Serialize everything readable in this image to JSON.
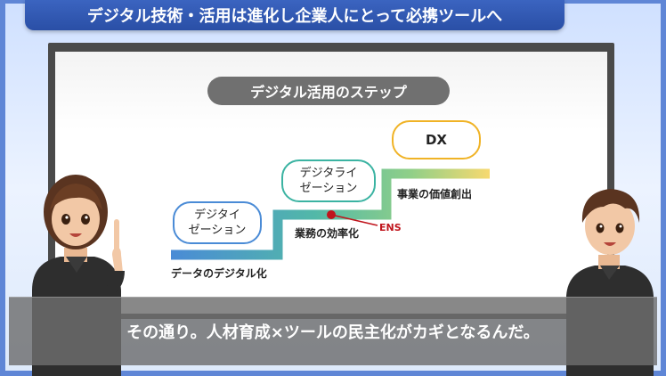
{
  "header": {
    "title": "デジタル技術・活用は進化し企業人にとって必携ツールへ"
  },
  "slide": {
    "title": "デジタル活用のステップ",
    "stages": {
      "digitization": "デジタイ\nゼーション",
      "digitalization": "デジタライ\nゼーション",
      "dx": "DX"
    },
    "labels": {
      "data_digitization": "データのデジタル化",
      "efficiency": "業務の効率化",
      "value_creation": "事業の価値創出",
      "ens": "ENS"
    }
  },
  "subtitle": {
    "text": "その通り。人材育成×ツールの民主化がカギとなるんだ。"
  },
  "colors": {
    "banner": "#2f56b0",
    "step_blue": "#4a8bd6",
    "step_teal": "#3bb3a2",
    "step_gold": "#f0b326",
    "ens_marker": "#c0141c"
  }
}
